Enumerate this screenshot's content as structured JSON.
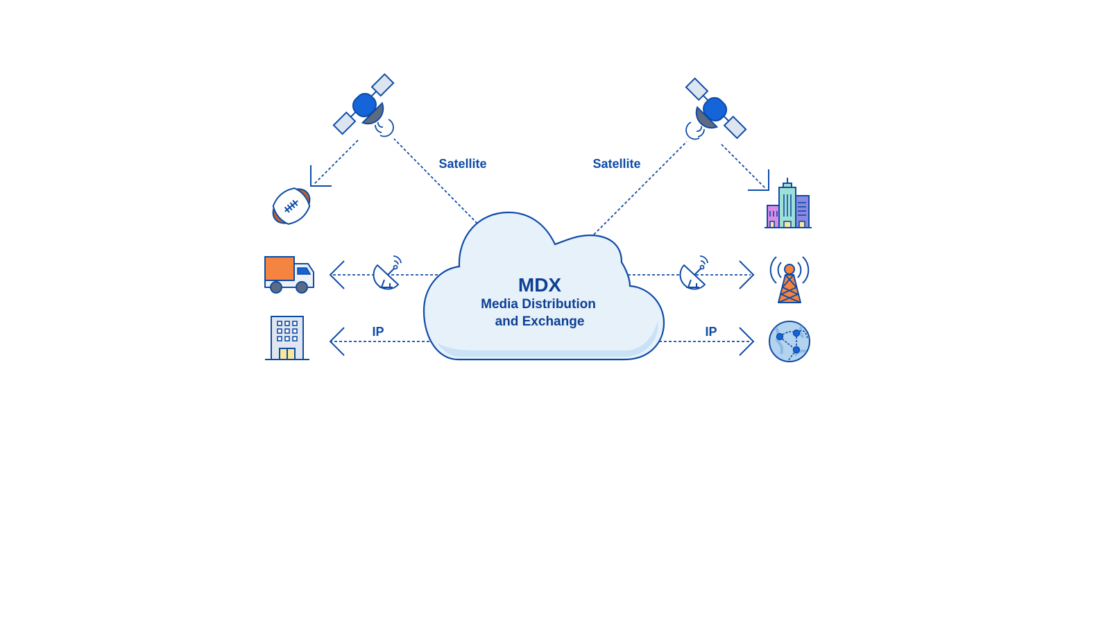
{
  "cloud": {
    "title": "MDX",
    "subtitle_line1": "Media Distribution",
    "subtitle_line2": "and Exchange"
  },
  "links": {
    "satellite_left": "Satellite",
    "satellite_right": "Satellite",
    "ip_left": "IP",
    "ip_right": "IP"
  },
  "colors": {
    "line": "#0d4aa6",
    "cloud_fill": "#e6f1fa",
    "cloud_shadow": "#c9e2f5",
    "accent_blue": "#1565d8",
    "accent_orange": "#f07c3a",
    "grey_dish": "#5d6b80"
  },
  "icons": {
    "left": [
      "satellite-icon",
      "football-icon",
      "truck-icon",
      "dish-antenna-icon",
      "office-building-icon"
    ],
    "right": [
      "satellite-icon",
      "city-buildings-icon",
      "dish-antenna-icon",
      "broadcast-tower-icon",
      "globe-network-icon"
    ]
  }
}
